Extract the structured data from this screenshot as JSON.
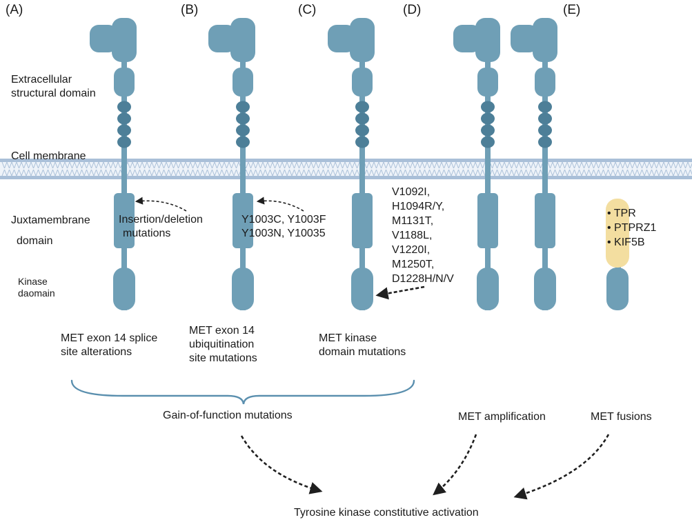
{
  "panel_labels": [
    "(A)",
    "(B)",
    "(C)",
    "(D)",
    "(E)"
  ],
  "domain_labels": {
    "extracellular": [
      "Extracellular",
      "structural domain"
    ],
    "membrane": "Cell membrane",
    "juxtamembrane": [
      "Juxtamembrane",
      "domain"
    ],
    "kinase": [
      "Kinase",
      "daomain"
    ]
  },
  "annotations": {
    "a_mutation": [
      "Insertion/deletion",
      "mutations"
    ],
    "b_mutation": [
      "Y1003C, Y1003F",
      "Y1003N, Y10035"
    ],
    "c_mutations": [
      "V1092I,",
      "H1094R/Y,",
      "M1131T,",
      "V1188L,",
      "V1220I,",
      "M1250T,",
      "D1228H/N/V"
    ],
    "e_fusions": [
      "• TPR",
      "• PTPRZ1",
      "• KIF5B"
    ]
  },
  "captions": {
    "a": [
      "MET exon 14 splice",
      "site alterations"
    ],
    "b": [
      "MET exon 14",
      "ubiquitination",
      "site mutations"
    ],
    "c": [
      "MET kinase",
      "domain mutations"
    ]
  },
  "group_label": "Gain-of-function mutations",
  "amplification_label": "MET amplification",
  "fusions_label": "MET fusions",
  "outcome_label": "Tyrosine kinase constitutive activation",
  "colors": {
    "receptor": "#6f9fb6",
    "bead": "#4d7f98",
    "membrane": "#a9bfd8",
    "fusion_partner": "#f3dea0",
    "brace": "#5a8fae",
    "arrow": "#1f1f1f"
  }
}
